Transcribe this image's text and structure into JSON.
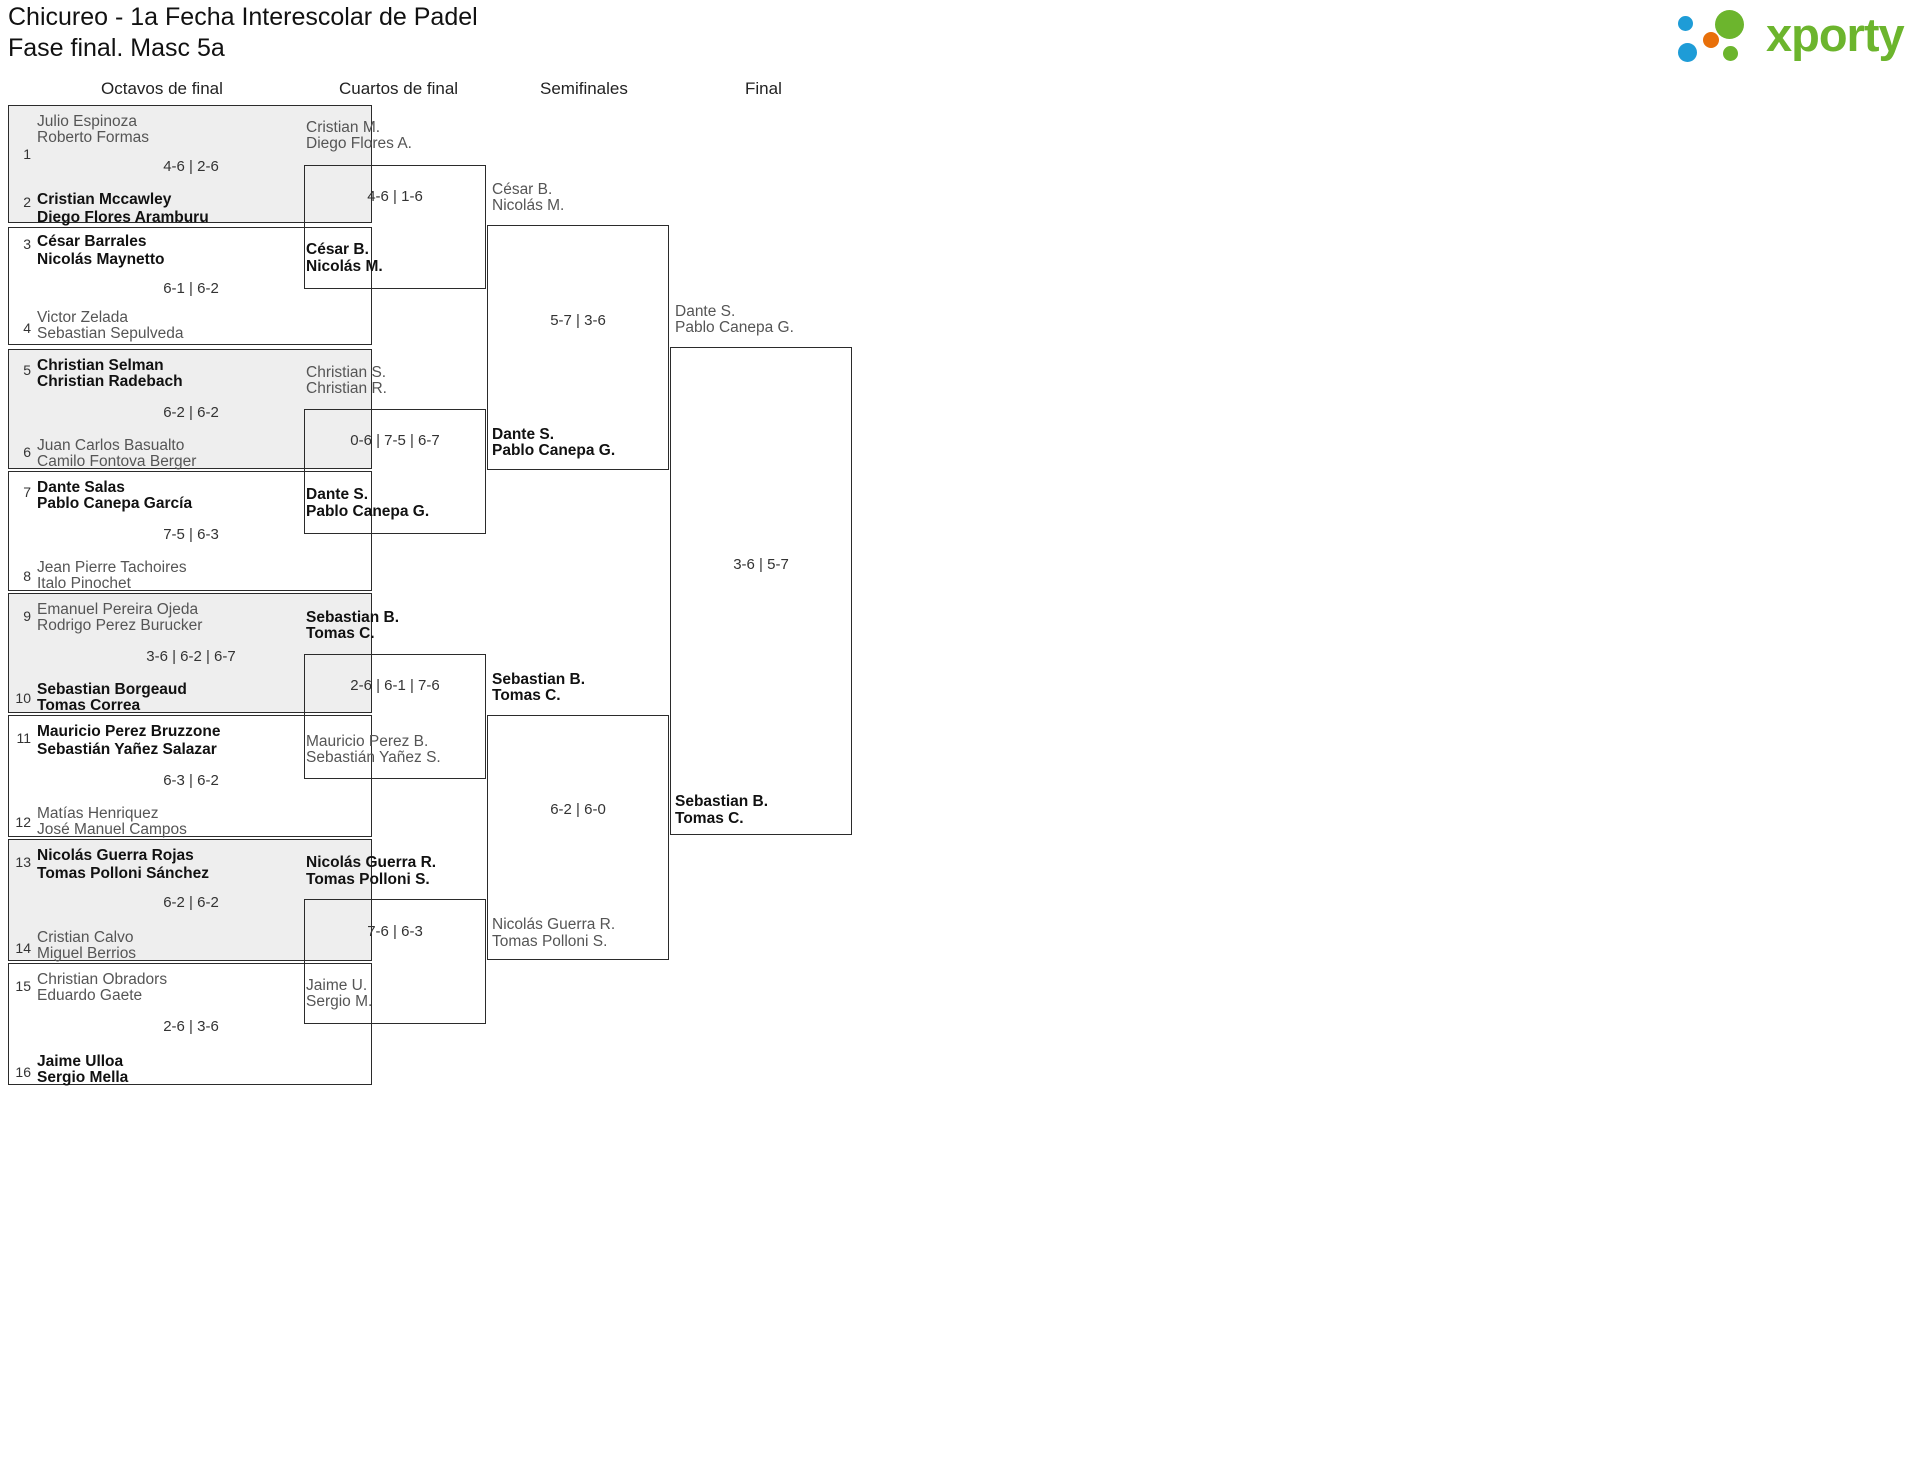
{
  "header": {
    "title_line1": "Chicureo - 1a Fecha Interescolar de Padel",
    "title_line2": "Fase final. Masc 5a",
    "logo_text": "xporty",
    "logo_green": "#6CB52D",
    "logo_orange": "#E8700A",
    "logo_blue": "#1E9CD7"
  },
  "rounds": [
    {
      "label": "Octavos de final"
    },
    {
      "label": "Cuartos de final"
    },
    {
      "label": "Semifinales"
    },
    {
      "label": "Final"
    }
  ],
  "round1": [
    {
      "seed_top": "1",
      "top_p1": "Julio Espinoza",
      "top_p2": "Roberto Formas",
      "top_state": "lose",
      "score": "4-6 | 2-6",
      "seed_bot": "2",
      "bot_p1": "Cristian Mccawley",
      "bot_p2": "Diego Flores Aramburu",
      "bot_state": "win"
    },
    {
      "seed_top": "3",
      "top_p1": "César Barrales",
      "top_p2": "Nicolás Maynetto",
      "top_state": "win",
      "score": "6-1 | 6-2",
      "seed_bot": "4",
      "bot_p1": "Victor Zelada",
      "bot_p2": "Sebastian Sepulveda",
      "bot_state": "lose"
    },
    {
      "seed_top": "5",
      "top_p1": "Christian Selman",
      "top_p2": "Christian Radebach",
      "top_state": "win",
      "score": "6-2 | 6-2",
      "seed_bot": "6",
      "bot_p1": "Juan Carlos Basualto",
      "bot_p2": "Camilo Fontova Berger",
      "bot_state": "lose"
    },
    {
      "seed_top": "7",
      "top_p1": "Dante Salas",
      "top_p2": "Pablo Canepa García",
      "top_state": "win",
      "score": "7-5 | 6-3",
      "seed_bot": "8",
      "bot_p1": "Jean Pierre Tachoires",
      "bot_p2": "Italo Pinochet",
      "bot_state": "lose"
    },
    {
      "seed_top": "9",
      "top_p1": "Emanuel Pereira Ojeda",
      "top_p2": "Rodrigo Perez Burucker",
      "top_state": "lose",
      "score": "3-6 | 6-2 | 6-7",
      "seed_bot": "10",
      "bot_p1": "Sebastian Borgeaud",
      "bot_p2": "Tomas Correa",
      "bot_state": "win"
    },
    {
      "seed_top": "11",
      "top_p1": "Mauricio Perez Bruzzone",
      "top_p2": "Sebastián Yañez Salazar",
      "top_state": "win",
      "score": "6-3 | 6-2",
      "seed_bot": "12",
      "bot_p1": "Matías Henriquez",
      "bot_p2": "José Manuel Campos",
      "bot_state": "lose"
    },
    {
      "seed_top": "13",
      "top_p1": "Nicolás Guerra Rojas",
      "top_p2": "Tomas Polloni Sánchez",
      "top_state": "win",
      "score": "6-2 | 6-2",
      "seed_bot": "14",
      "bot_p1": "Cristian Calvo",
      "bot_p2": "Miguel Berrios",
      "bot_state": "lose"
    },
    {
      "seed_top": "15",
      "top_p1": "Christian Obradors",
      "top_p2": "Eduardo Gaete",
      "top_state": "lose",
      "score": "2-6 | 3-6",
      "seed_bot": "16",
      "bot_p1": "Jaime Ulloa",
      "bot_p2": "Sergio Mella",
      "bot_state": "win"
    }
  ],
  "round2": [
    {
      "top_p1": "Cristian M.",
      "top_p2": "Diego Flores A.",
      "top_state": "lose",
      "score": "4-6 | 1-6",
      "bot_p1": "César B.",
      "bot_p2": "Nicolás M.",
      "bot_state": "win"
    },
    {
      "top_p1": "Christian S.",
      "top_p2": "Christian R.",
      "top_state": "lose",
      "score": "0-6 | 7-5 | 6-7",
      "bot_p1": "Dante S.",
      "bot_p2": "Pablo Canepa G.",
      "bot_state": "win"
    },
    {
      "top_p1": "Sebastian B.",
      "top_p2": "Tomas C.",
      "top_state": "win",
      "score": "2-6 | 6-1 | 7-6",
      "bot_p1": "Mauricio Perez B.",
      "bot_p2": "Sebastián Yañez S.",
      "bot_state": "lose"
    },
    {
      "top_p1": "Nicolás Guerra R.",
      "top_p2": "Tomas Polloni S.",
      "top_state": "win",
      "score": "7-6 | 6-3",
      "bot_p1": "Jaime U.",
      "bot_p2": "Sergio M.",
      "bot_state": "lose"
    }
  ],
  "round3": [
    {
      "top_p1": "César B.",
      "top_p2": "Nicolás M.",
      "top_state": "lose",
      "score": "5-7 | 3-6",
      "bot_p1": "Dante S.",
      "bot_p2": "Pablo Canepa G.",
      "bot_state": "win"
    },
    {
      "top_p1": "Sebastian B.",
      "top_p2": "Tomas C.",
      "top_state": "win",
      "score": "6-2 | 6-0",
      "bot_p1": "Nicolás Guerra R.",
      "bot_p2": "Tomas Polloni S.",
      "bot_state": "lose"
    }
  ],
  "round4": [
    {
      "top_p1": "Dante S.",
      "top_p2": "Pablo Canepa G.",
      "top_state": "lose",
      "score": "3-6 | 5-7",
      "bot_p1": "Sebastian B.",
      "bot_p2": "Tomas C.",
      "bot_state": "win"
    }
  ]
}
